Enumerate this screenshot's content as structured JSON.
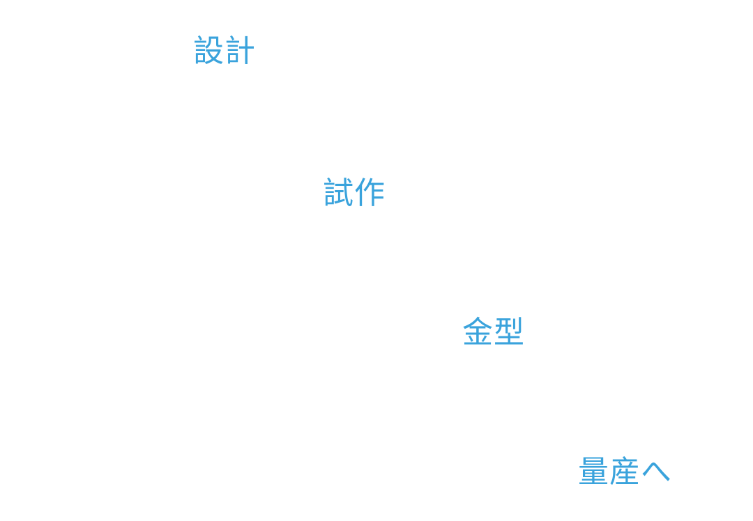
{
  "colors": {
    "text": "#3aa3dc",
    "background": "#ffffff"
  },
  "steps": [
    {
      "label": "設計"
    },
    {
      "label": "試作"
    },
    {
      "label": "金型"
    },
    {
      "label": "量産へ"
    }
  ]
}
